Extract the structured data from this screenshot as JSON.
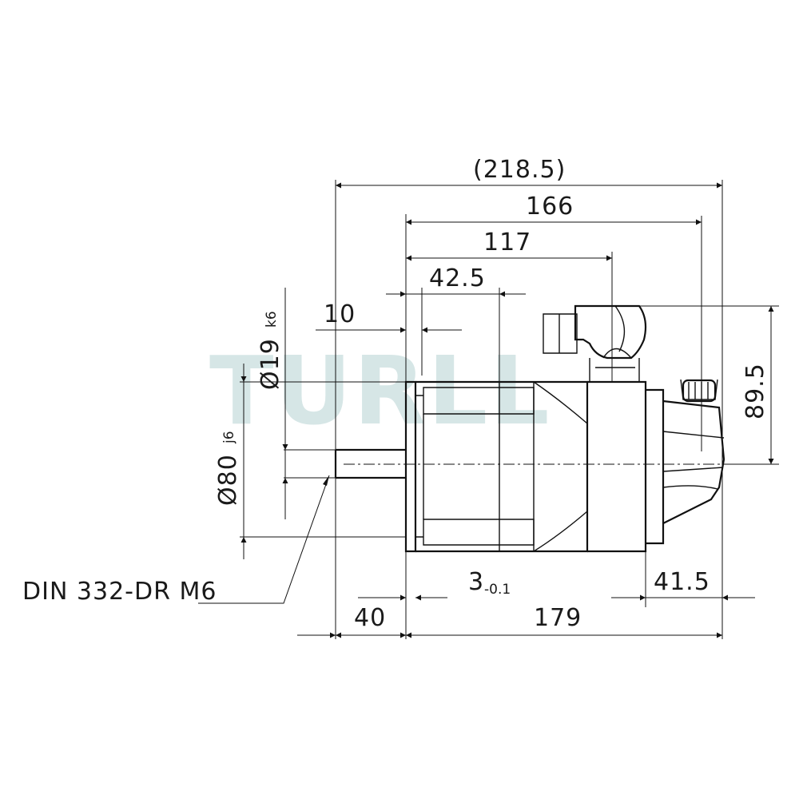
{
  "watermark": "TURLL",
  "dimensions": {
    "overall": "(218.5)",
    "d166": "166",
    "d117": "117",
    "d42_5": "42.5",
    "d10": "10",
    "d89_5": "89.5",
    "shaft_dia": "Ø19",
    "shaft_tol": "k6",
    "pilot_dia": "Ø80",
    "pilot_tol": "j6",
    "d3": "3",
    "d3_tol": "-0.1",
    "d41_5": "41.5",
    "d40": "40",
    "d179": "179"
  },
  "callout": {
    "thread": "DIN 332-DR M6"
  }
}
